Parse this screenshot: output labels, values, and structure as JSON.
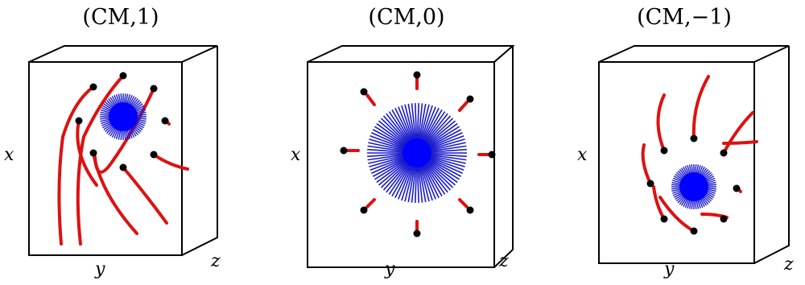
{
  "panels": [
    {
      "title": "(CM,1)",
      "axes": {
        "x": "x",
        "y": "y",
        "z": "z"
      }
    },
    {
      "title": "(CM,0)",
      "axes": {
        "x": "x",
        "y": "y",
        "z": "z"
      }
    },
    {
      "title": "(CM,−1)",
      "axes": {
        "x": "x",
        "y": "y",
        "z": "z"
      }
    }
  ],
  "colors": {
    "trajectory": "#dd1111",
    "particle": "#000000",
    "field": "#1a1acc",
    "core": "#0000ff",
    "box": "#000000"
  }
}
